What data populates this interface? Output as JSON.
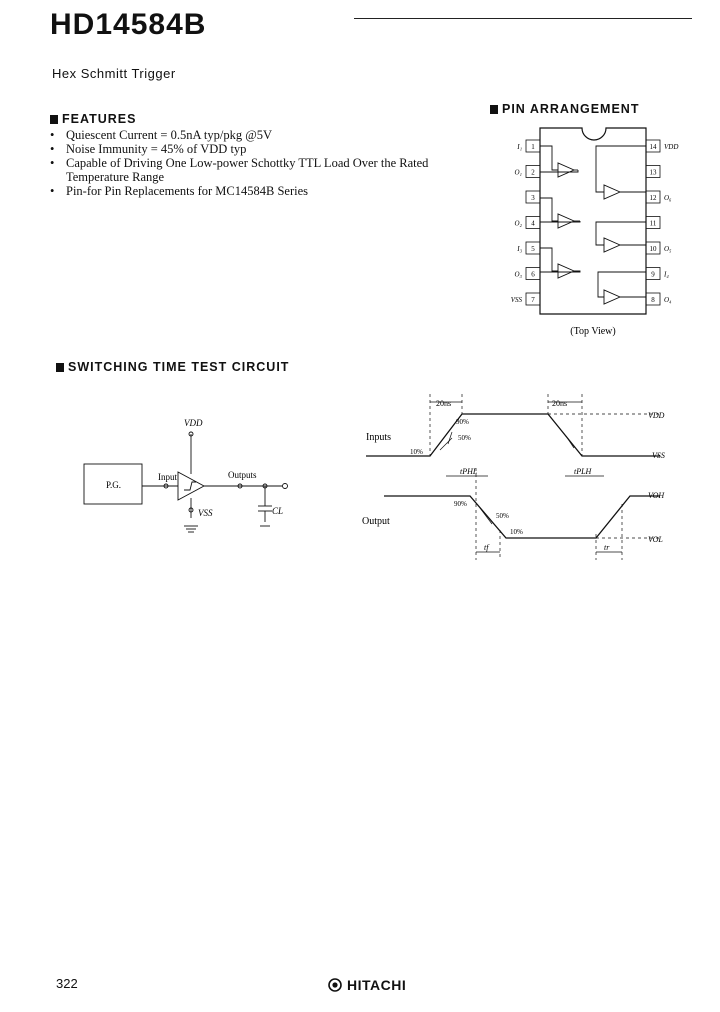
{
  "header": {
    "part_number": "HD14584B",
    "subtitle": "Hex Schmitt Trigger"
  },
  "features": {
    "heading": "FEATURES",
    "items": [
      "Quiescent Current = 0.5nA typ/pkg @5V",
      "Noise Immunity = 45% of VDD typ",
      "Capable of Driving One Low-power Schottky TTL Load Over the Rated Temperature Range",
      "Pin-for Pin Replacements for MC14584B Series"
    ]
  },
  "pin_arrangement": {
    "heading": "PIN ARRANGEMENT",
    "left_pins": [
      {
        "num": "1",
        "name": "I₁"
      },
      {
        "num": "2",
        "name": "O₁"
      },
      {
        "num": "3",
        "name": ""
      },
      {
        "num": "4",
        "name": "O₂"
      },
      {
        "num": "5",
        "name": "I₃"
      },
      {
        "num": "6",
        "name": "O₃"
      },
      {
        "num": "7",
        "name": "VSS"
      }
    ],
    "right_pins": [
      {
        "num": "14",
        "name": "VDD"
      },
      {
        "num": "13",
        "name": ""
      },
      {
        "num": "12",
        "name": "O₆"
      },
      {
        "num": "11",
        "name": ""
      },
      {
        "num": "10",
        "name": "O₅"
      },
      {
        "num": "9",
        "name": "I₄"
      },
      {
        "num": "8",
        "name": "O₄"
      }
    ],
    "caption": "(Top View)"
  },
  "switching_circuit": {
    "heading": "SWITCHING TIME TEST CIRCUIT",
    "vdd_label": "VDD",
    "vss_label": "VSS",
    "pg_label": "P.G.",
    "input_label": "Input",
    "outputs_label": "Outputs",
    "cl_label": "CL"
  },
  "timing": {
    "inputs_label": "Inputs",
    "output_label": "Output",
    "rise_time": "20ns",
    "fall_time": "20ns",
    "pct90": "90%",
    "pct50": "50%",
    "pct10": "10%",
    "vdd": "VDD",
    "vss": "VSS",
    "voh": "VOH",
    "vol": "VOL",
    "tphl": "tPHL",
    "tplh": "tPLH",
    "tf": "tf",
    "tr": "tr"
  },
  "footer": {
    "page_number": "322",
    "brand": "HITACHI"
  }
}
